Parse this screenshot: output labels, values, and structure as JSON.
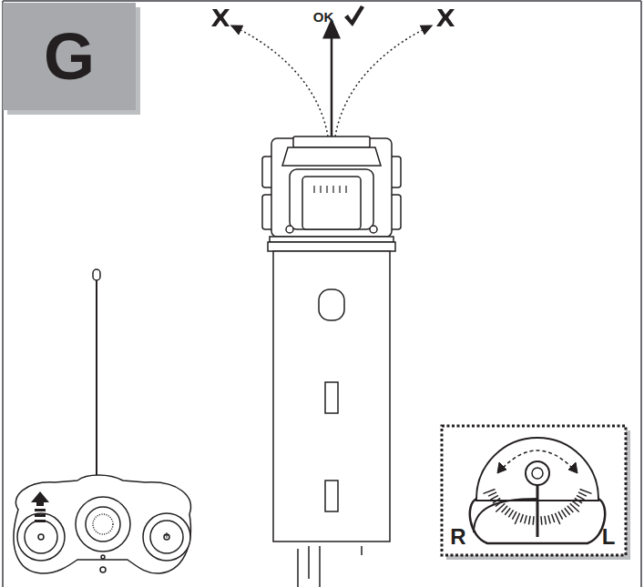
{
  "diagram": {
    "nodes": [
      {
        "text": [
          "G"
        ]
      }
    ],
    "labels": [
      "OK",
      "R",
      "L"
    ]
  }
}
